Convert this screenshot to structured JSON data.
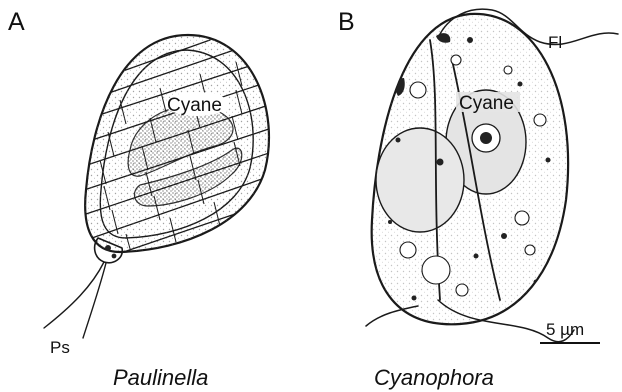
{
  "panels": [
    {
      "letter": "A",
      "organism": "Paulinella",
      "labels": {
        "cyanelle": "Cyane",
        "pseudopodia": "Ps"
      }
    },
    {
      "letter": "B",
      "organism": "Cyanophora",
      "labels": {
        "flagellum": "Fl",
        "cyanelle": "Cyane"
      },
      "scale_bar": "5 µm"
    }
  ]
}
